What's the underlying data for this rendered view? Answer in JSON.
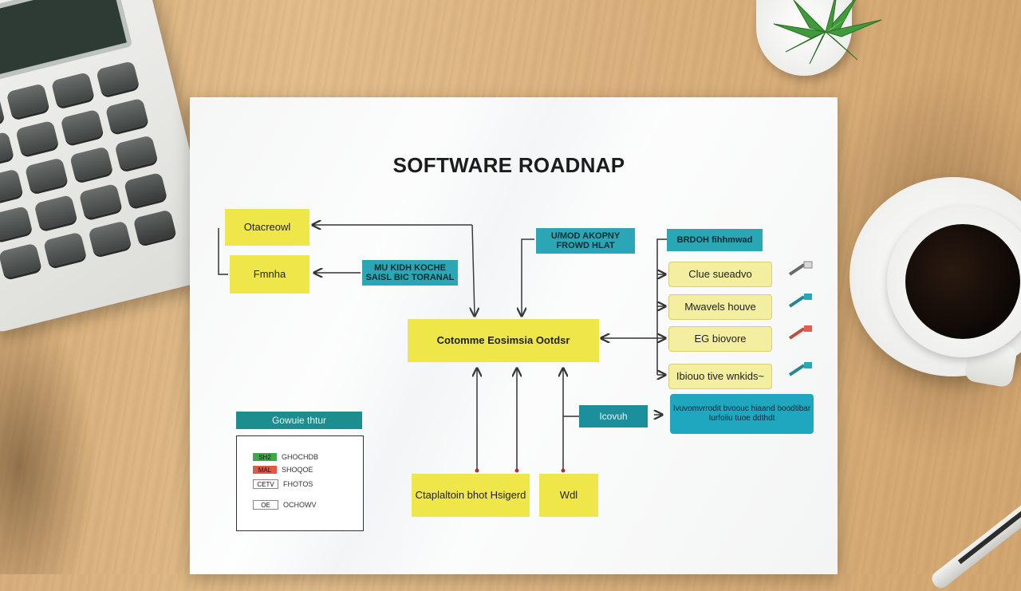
{
  "title": "SOFTWARE ROADNAP",
  "left_boxes": [
    {
      "label": "Otacreowl"
    },
    {
      "label": "Fmnha"
    }
  ],
  "mid_tags": [
    {
      "label": "MU KIDH KOCHE SAISL BIC TORANAL"
    },
    {
      "label": "U/MOD AKOPNY FROWD HLAT"
    }
  ],
  "center_box": {
    "label": "Cotomme Eosimsia Ootdsr"
  },
  "right_header": {
    "label": "BRDOH fihhmwad"
  },
  "right_items": [
    {
      "label": "Clue sueadvo"
    },
    {
      "label": "Mwavels houve"
    },
    {
      "label": "EG biovore"
    },
    {
      "label": "Ibiouo tive wnkids~"
    }
  ],
  "icovuh_tag": {
    "label": "Icovuh"
  },
  "info_box": {
    "label": "Ivuvomvrrodit bvoouc hiaand boodtibar Iurfoiiu tuoe ddthdt"
  },
  "bottom_boxes": [
    {
      "label": "Ctaplaltoin bhot Hsigerd"
    },
    {
      "label": "Wdl"
    }
  ],
  "legend": {
    "header": "Gowuie thtur",
    "rows": [
      {
        "chip": "SH2",
        "text": "GHOCHDB"
      },
      {
        "chip": "MAL",
        "text": "SHOQOE"
      },
      {
        "chip": "CETV",
        "text": "FHOTOS"
      },
      {
        "chip": "OE",
        "text": "OCHOWV"
      }
    ]
  },
  "calculator_keys": [
    "",
    "",
    "",
    "",
    "",
    "",
    "",
    "",
    "",
    "",
    "",
    "",
    "",
    "",
    "",
    "",
    "",
    "",
    "",
    ""
  ],
  "colors": {
    "yellow": "#efe74a",
    "teal": "#2aa6b4",
    "wood": "#dcb37f"
  }
}
